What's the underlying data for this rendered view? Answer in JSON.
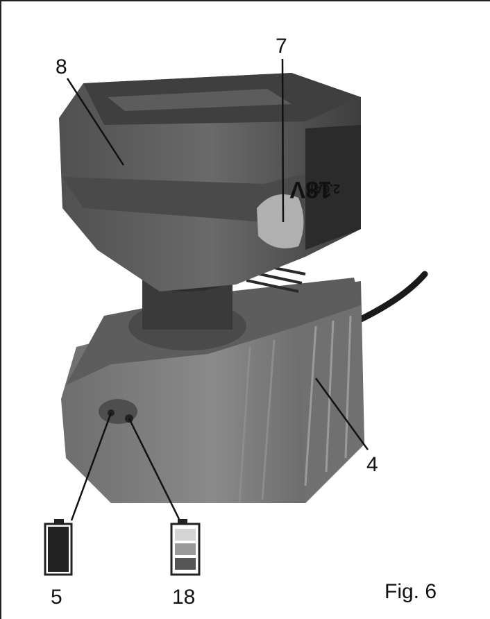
{
  "callouts": {
    "c8": "8",
    "c7": "7",
    "c4": "4",
    "c5": "5",
    "c18": "18"
  },
  "battery_text": "18V\n2.6Ah",
  "figure": {
    "label": "Fig. 6"
  },
  "indicators": {
    "empty_color": "#222222",
    "charge_colors": [
      "#d4d4d4",
      "#9a9a9a",
      "#555555"
    ]
  }
}
